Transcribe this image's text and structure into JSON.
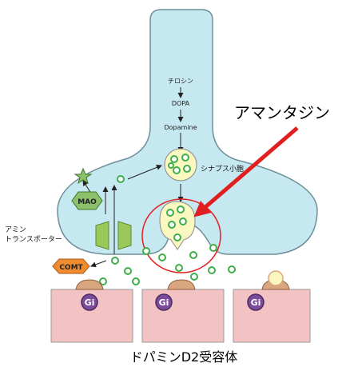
{
  "pathway": {
    "tyrosine": "チロシン",
    "dopa": "DOPA",
    "dopamine": "Dopamine"
  },
  "vesicle_label": "シナプス小胞",
  "drug_label": "アマンタジン",
  "transporter_label": [
    "アミン",
    "トランスポーター"
  ],
  "enzymes": {
    "mao": "MAO",
    "comt": "COMT"
  },
  "gi_label": "Gi",
  "caption": "ドパミンD2受容体",
  "colors": {
    "neuron_fill": "#c6e8f0",
    "neuron_stroke": "#6e8f98",
    "vesicle_fill": "#fbf7c0",
    "dopamine_molecule": "#3fae49",
    "receptor_cell": "#f3c3c4",
    "receptor_cap": "#d9a67f",
    "gi_purple": "#7c4c9a",
    "arrow_red": "#e02020",
    "circle_red": "#e22020",
    "mao_green": "#8cc06a",
    "comt_orange": "#f08c30",
    "transporter_green": "#9ac85a"
  }
}
